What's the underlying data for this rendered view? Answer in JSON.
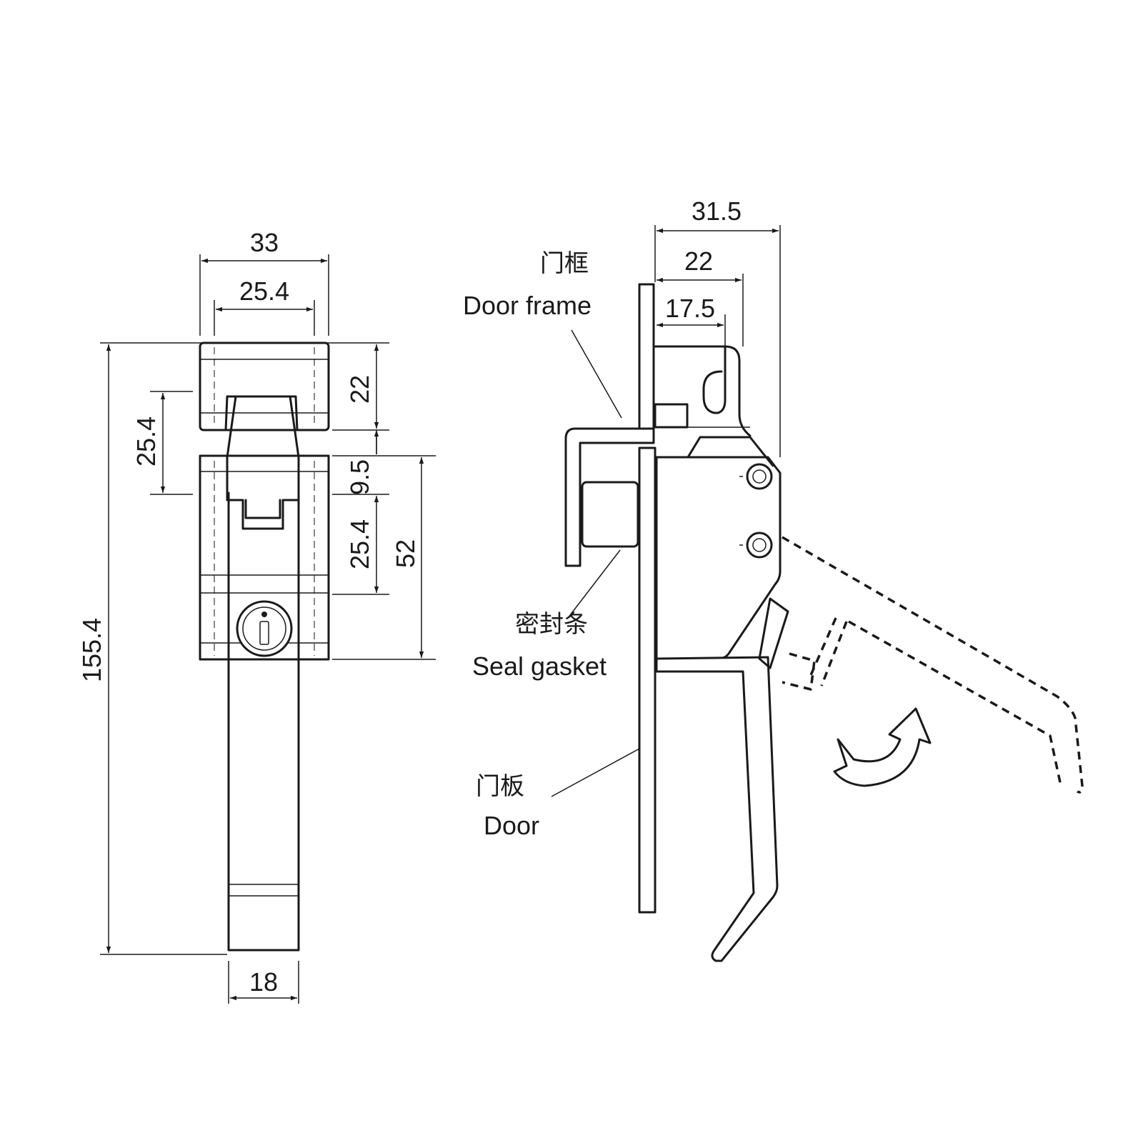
{
  "front_view": {
    "dimensions": {
      "overall_width": "33",
      "mount_spacing_top": "25.4",
      "top_block_height": "22",
      "gap_height": "9.5",
      "mount_spacing_left": "25.4",
      "mount_spacing_right": "25.4",
      "body_height": "52",
      "overall_height": "155.4",
      "handle_width": "18"
    }
  },
  "side_view": {
    "dimensions": {
      "overall_depth": "31.5",
      "depth_22": "22",
      "depth_17_5": "17.5"
    },
    "labels": {
      "door_frame_cn": "门框",
      "door_frame_en": "Door frame",
      "seal_gasket_cn": "密封条",
      "seal_gasket_en": "Seal gasket",
      "door_cn": "门板",
      "door_en": "Door"
    }
  }
}
